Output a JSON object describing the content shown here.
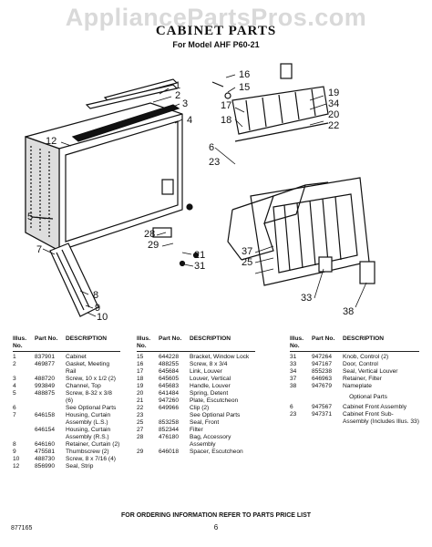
{
  "watermark": "AppliancePartsPros.com",
  "title": "CABINET PARTS",
  "subtitle": "For Model AHF P60-21",
  "callouts": [
    "1",
    "2",
    "3",
    "4",
    "5",
    "6",
    "7",
    "8",
    "9",
    "10",
    "12",
    "15",
    "16",
    "17",
    "18",
    "19",
    "20",
    "21",
    "22",
    "23",
    "25",
    "28",
    "29",
    "31",
    "33",
    "34",
    "37",
    "38"
  ],
  "table": {
    "headers": {
      "illus": "Illus. No.",
      "part": "Part No.",
      "desc": "DESCRIPTION"
    },
    "col1": [
      {
        "illus": "1",
        "part": "837901",
        "desc": "Cabinet"
      },
      {
        "illus": "2",
        "part": "469877",
        "desc": "Gasket, Meeting Rail"
      },
      {
        "illus": "3",
        "part": "488720",
        "desc": "Screw, 10 x 1/2 (2)"
      },
      {
        "illus": "4",
        "part": "993849",
        "desc": "Channel, Top"
      },
      {
        "illus": "5",
        "part": "488875",
        "desc": "Screw, 8-32 x 3/8 (6)"
      },
      {
        "illus": "6",
        "part": "",
        "desc": "See Optional Parts"
      },
      {
        "illus": "7",
        "part": "646158",
        "desc": "Housing, Curtain Assembly (L.S.)"
      },
      {
        "illus": "",
        "part": "646154",
        "desc": "Housing, Curtain Assembly (R.S.)"
      },
      {
        "illus": "8",
        "part": "646160",
        "desc": "Retainer, Curtain (2)"
      },
      {
        "illus": "9",
        "part": "475581",
        "desc": "Thumbscrew (2)"
      },
      {
        "illus": "10",
        "part": "488730",
        "desc": "Screw, 8 x 7/16 (4)"
      },
      {
        "illus": "12",
        "part": "856990",
        "desc": "Seal, Strip"
      }
    ],
    "col2": [
      {
        "illus": "15",
        "part": "644228",
        "desc": "Bracket, Window Lock"
      },
      {
        "illus": "16",
        "part": "488255",
        "desc": "Screw, 8 x 3/4"
      },
      {
        "illus": "17",
        "part": "645684",
        "desc": "Link, Louver"
      },
      {
        "illus": "18",
        "part": "645605",
        "desc": "Louver, Vertical"
      },
      {
        "illus": "19",
        "part": "645683",
        "desc": "Handle, Louver"
      },
      {
        "illus": "20",
        "part": "641484",
        "desc": "Spring, Detent"
      },
      {
        "illus": "21",
        "part": "947260",
        "desc": "Plate, Escutcheon"
      },
      {
        "illus": "22",
        "part": "649966",
        "desc": "Clip (2)"
      },
      {
        "illus": "23",
        "part": "",
        "desc": "See Optional Parts"
      },
      {
        "illus": "25",
        "part": "853258",
        "desc": "Seal, Front"
      },
      {
        "illus": "27",
        "part": "852344",
        "desc": "Filter"
      },
      {
        "illus": "28",
        "part": "476180",
        "desc": "Bag, Accessory Assembly"
      },
      {
        "illus": "29",
        "part": "646018",
        "desc": "Spacer, Escutcheon"
      }
    ],
    "col3": [
      {
        "illus": "31",
        "part": "947264",
        "desc": "Knob, Control (2)"
      },
      {
        "illus": "33",
        "part": "947167",
        "desc": "Door, Control"
      },
      {
        "illus": "34",
        "part": "855238",
        "desc": "Seal, Vertical Louver"
      },
      {
        "illus": "37",
        "part": "646963",
        "desc": "Retainer, Filter"
      },
      {
        "illus": "38",
        "part": "947679",
        "desc": "Nameplate"
      }
    ],
    "optional_heading": "Optional Parts",
    "optional": [
      {
        "illus": "6",
        "part": "947567",
        "desc": "Cabinet Front Assembly"
      },
      {
        "illus": "23",
        "part": "947371",
        "desc": "Cabinet Front Sub-Assembly (Includes Illus. 33)"
      }
    ]
  },
  "footer": "FOR ORDERING INFORMATION REFER TO PARTS PRICE LIST",
  "page_number": "6",
  "doc_code": "877165"
}
